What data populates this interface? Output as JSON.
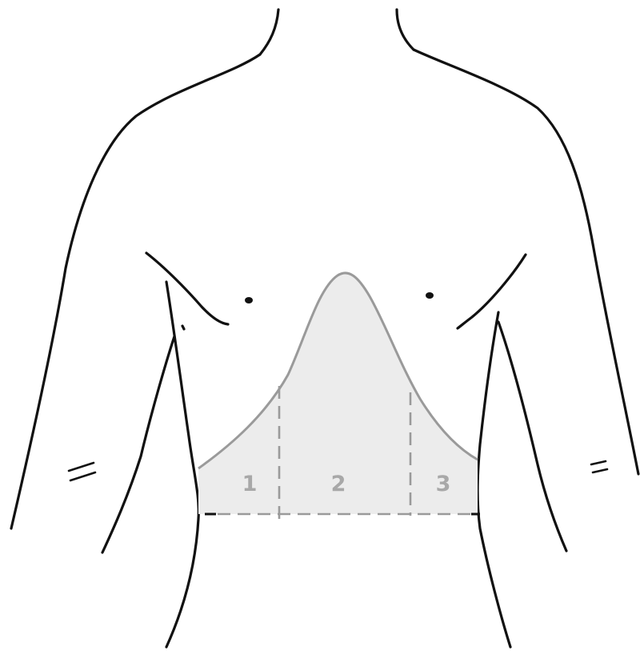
{
  "regions": [
    {
      "label": "1"
    },
    {
      "label": "2"
    },
    {
      "label": "3"
    }
  ],
  "colors": {
    "outline": "#111111",
    "curve": "#9a9a9a",
    "fill": "#ececec",
    "label": "#a8a8a8"
  }
}
